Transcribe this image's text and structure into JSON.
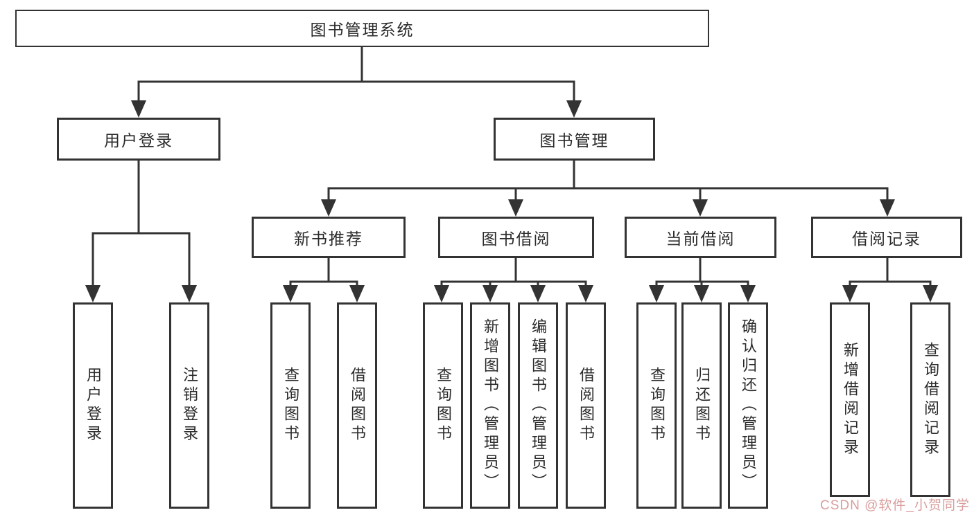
{
  "diagram": {
    "type": "hierarchy-chart",
    "tree": {
      "root": {
        "label": "图书管理系统"
      },
      "level1": [
        {
          "label": "用户登录"
        },
        {
          "label": "图书管理"
        }
      ],
      "level2": [
        {
          "label": "新书推荐",
          "parent": "图书管理"
        },
        {
          "label": "图书借阅",
          "parent": "图书管理"
        },
        {
          "label": "当前借阅",
          "parent": "图书管理"
        },
        {
          "label": "借阅记录",
          "parent": "图书管理"
        }
      ],
      "leaves": [
        {
          "label": "用户登录",
          "parent": "用户登录"
        },
        {
          "label": "注销登录",
          "parent": "用户登录"
        },
        {
          "label": "查询图书",
          "parent": "新书推荐"
        },
        {
          "label": "借阅图书",
          "parent": "新书推荐"
        },
        {
          "label": "查询图书",
          "parent": "图书借阅"
        },
        {
          "label": "新增图书（管理员）",
          "parent": "图书借阅"
        },
        {
          "label": "编辑图书（管理员）",
          "parent": "图书借阅"
        },
        {
          "label": "借阅图书",
          "parent": "图书借阅"
        },
        {
          "label": "查询图书",
          "parent": "当前借阅"
        },
        {
          "label": "归还图书",
          "parent": "当前借阅"
        },
        {
          "label": "确认归还（管理员）",
          "parent": "当前借阅"
        },
        {
          "label": "新增借阅记录",
          "parent": "借阅记录"
        },
        {
          "label": "查询借阅记录",
          "parent": "借阅记录"
        }
      ]
    },
    "colors": {
      "line": "#333333",
      "box_border": "#333333",
      "text": "#2A2A2A",
      "background": "#FFFFFF",
      "watermark": "#CF8585"
    }
  },
  "watermark": {
    "text": "CSDN @软件_小贺同学"
  }
}
